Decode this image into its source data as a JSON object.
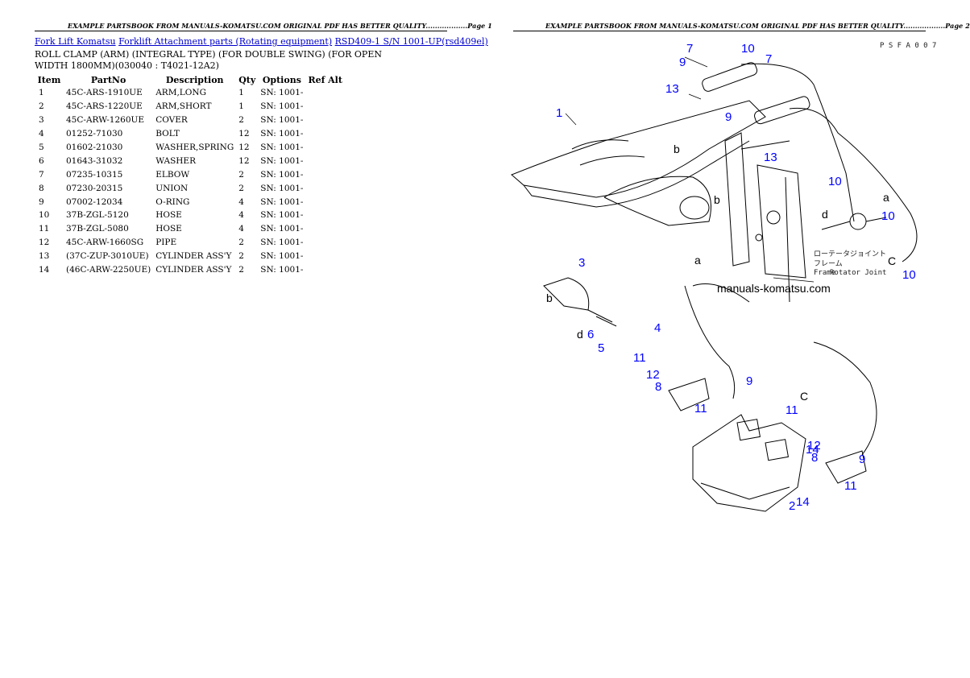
{
  "header_left": "EXAMPLE PARTSBOOK FROM MANUALS-KOMATSU.COM ORIGINAL PDF HAS BETTER QUALITY..................Page 1",
  "header_right": "EXAMPLE PARTSBOOK FROM MANUALS-KOMATSU.COM ORIGINAL PDF HAS BETTER QUALITY..................Page 2",
  "breadcrumbs": [
    "Fork Lift Komatsu",
    "Forklift Attachment parts (Rotating equipment)",
    "RSD409-1 S/N 1001-UP(rsd409el)"
  ],
  "description": "ROLL CLAMP (ARM) (INTEGRAL TYPE) (FOR DOUBLE SWING) (FOR OPEN WIDTH 1800MM)(030040 : T4021-12A2)",
  "table": {
    "headers": [
      "Item",
      "PartNo",
      "Description",
      "Qty",
      "Options",
      "Ref Alt"
    ],
    "rows": [
      [
        "1",
        "45C-ARS-1910UE",
        "ARM,LONG",
        "1",
        "SN: 1001-",
        ""
      ],
      [
        "2",
        "45C-ARS-1220UE",
        "ARM,SHORT",
        "1",
        "SN: 1001-",
        ""
      ],
      [
        "3",
        "45C-ARW-1260UE",
        "COVER",
        "2",
        "SN: 1001-",
        ""
      ],
      [
        "4",
        "01252-71030",
        "BOLT",
        "12",
        "SN: 1001-",
        ""
      ],
      [
        "5",
        "01602-21030",
        "WASHER,SPRING",
        "12",
        "SN: 1001-",
        ""
      ],
      [
        "6",
        "01643-31032",
        "WASHER",
        "12",
        "SN: 1001-",
        ""
      ],
      [
        "7",
        "07235-10315",
        "ELBOW",
        "2",
        "SN: 1001-",
        ""
      ],
      [
        "8",
        "07230-20315",
        "UNION",
        "2",
        "SN: 1001-",
        ""
      ],
      [
        "9",
        "07002-12034",
        "O-RING",
        "4",
        "SN: 1001-",
        ""
      ],
      [
        "10",
        "37B-ZGL-5120",
        "HOSE",
        "4",
        "SN: 1001-",
        ""
      ],
      [
        "11",
        "37B-ZGL-5080",
        "HOSE",
        "4",
        "SN: 1001-",
        ""
      ],
      [
        "12",
        "45C-ARW-1660SG",
        "PIPE",
        "2",
        "SN: 1001-",
        ""
      ],
      [
        "13",
        "(37C-ZUP-3010UE)",
        "CYLINDER ASS'Y",
        "2",
        "SN: 1001-",
        ""
      ],
      [
        "14",
        "(46C-ARW-2250UE)",
        "CYLINDER ASS'Y",
        "2",
        "SN: 1001-",
        ""
      ]
    ]
  },
  "diagram": {
    "code": "P S F A 0 0 7",
    "watermark": "manuals-komatsu.com",
    "frame_jp": "フレーム",
    "frame_en": "Frame",
    "joint_jp": "ローテータジョイント",
    "joint_en": "Rotator Joint",
    "callouts": [
      "7",
      "10",
      "9",
      "7",
      "13",
      "1",
      "9",
      "13",
      "10",
      "a",
      "10",
      "d",
      "C",
      "10",
      "b",
      "b",
      "a",
      "3",
      "b",
      "d",
      "6",
      "5",
      "4",
      "11",
      "12",
      "8",
      "9",
      "11",
      "14",
      "C",
      "11",
      "12",
      "8",
      "9",
      "11",
      "14",
      "2"
    ],
    "callout_color": "#0000ff"
  }
}
